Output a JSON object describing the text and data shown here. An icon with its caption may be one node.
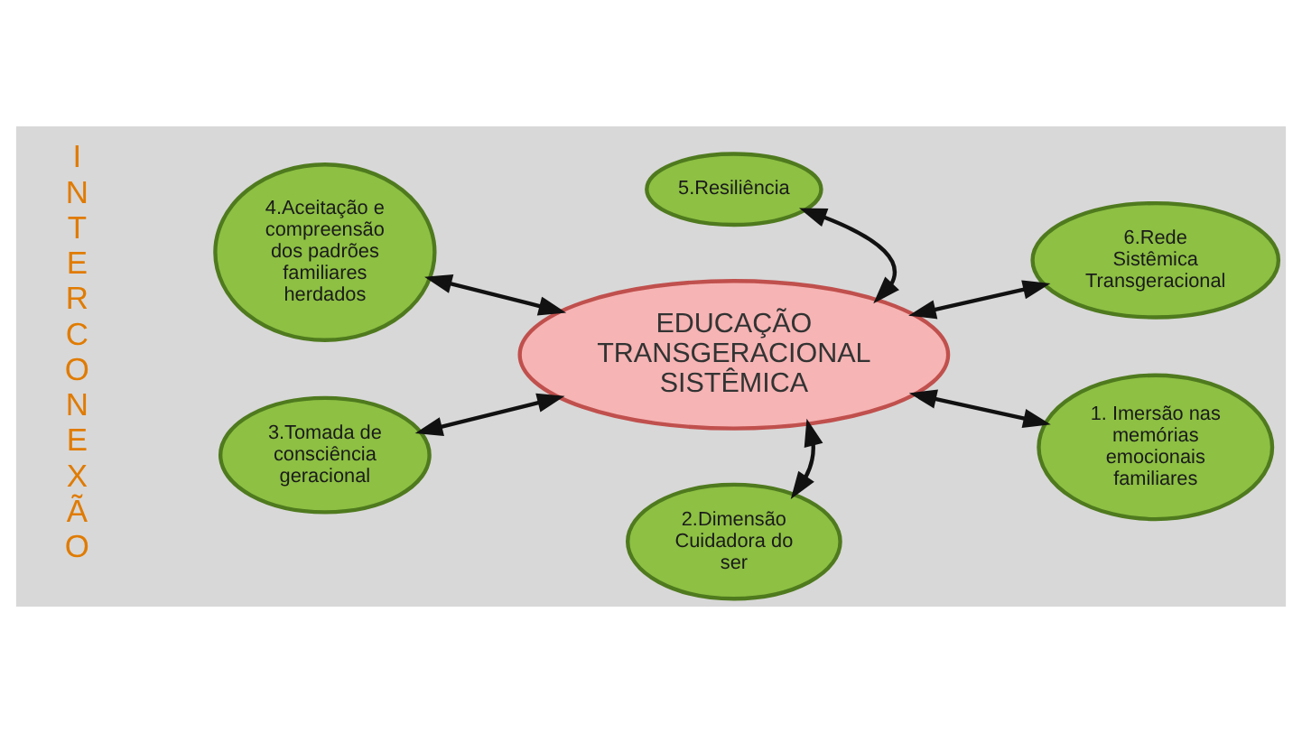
{
  "diagram": {
    "nodes": [
      {
        "text": [
          "5.Resiliência"
        ]
      },
      {
        "text": [
          "4.Aceitação e compreensão dos padrões familiares herdados"
        ]
      },
      {
        "text": [
          "EDUCAÇÃO TRANSGERACIONAL SISTÊMICA"
        ]
      },
      {
        "text": [
          "6.Rede Sistêmica Transgeracional"
        ]
      },
      {
        "text": [
          "3.Tomada de consciência geracional"
        ]
      },
      {
        "text": [
          "1. Imersão nas memórias emocionais familiares"
        ]
      },
      {
        "text": [
          "2.Dimensão Cuidadora do ser"
        ]
      }
    ],
    "edges": [
      {
        "from": 0,
        "to": 2,
        "arrow": "both"
      },
      {
        "from": 1,
        "to": 2,
        "arrow": "both"
      },
      {
        "from": 2,
        "to": 3,
        "arrow": "both"
      },
      {
        "from": 4,
        "to": 2,
        "arrow": "both"
      },
      {
        "from": 2,
        "to": 5,
        "arrow": "both"
      },
      {
        "from": 2,
        "to": 6,
        "arrow": "both"
      }
    ],
    "labels": [
      "INTERCONEXÃO"
    ]
  }
}
